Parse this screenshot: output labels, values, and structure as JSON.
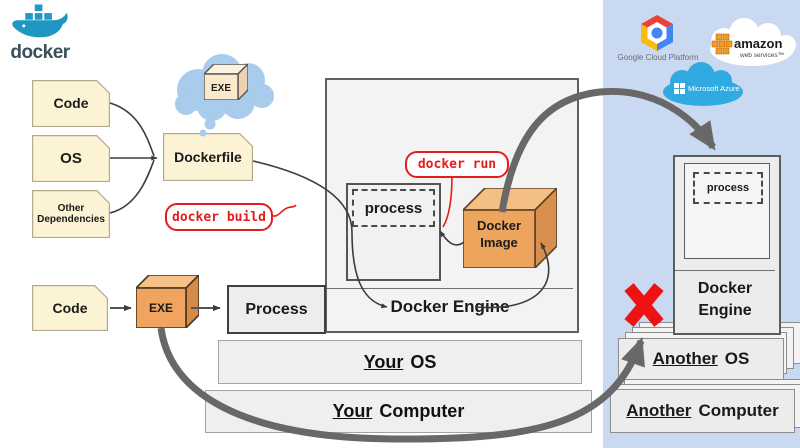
{
  "branding": {
    "logo_text": "docker",
    "logo_icon": "docker-whale-icon"
  },
  "build_flow": {
    "code_label": "Code",
    "os_label": "OS",
    "deps_label": "Other Dependencies",
    "dockerfile_label": "Dockerfile",
    "thought_bubble_icon": "thought-bubble-icon",
    "thought_cube_label": "EXE",
    "build_command": "docker build",
    "run_command": "docker run"
  },
  "engine_host": {
    "process_label": "process",
    "image_label": "Docker Image",
    "engine_label": "Docker Engine",
    "os_bar": {
      "emphasis": "Your",
      "rest": "OS"
    },
    "computer_bar": {
      "emphasis": "Your",
      "rest": "Computer"
    }
  },
  "native_flow": {
    "code_label": "Code",
    "exe_label": "EXE",
    "process_label": "Process"
  },
  "cloud_panel": {
    "providers": {
      "gcp": {
        "name": "Google Cloud Platform",
        "icon": "gcp-hexagon-icon"
      },
      "aws": {
        "name": "amazon",
        "sub": "web services™",
        "icon": "aws-cloud-icon"
      },
      "azure": {
        "name": "Microsoft Azure",
        "icon": "azure-cloud-icon"
      }
    },
    "engine": {
      "process_label": "process",
      "engine_label": "Docker Engine"
    },
    "os_bar": {
      "emphasis": "Another",
      "rest": "OS"
    },
    "computer_bar": {
      "emphasis": "Another",
      "rest": "Computer"
    },
    "incompatible_icon": "red-x-icon"
  },
  "colors": {
    "panel_blue": "#c9d9f1",
    "doc_cream": "#fcf3d4",
    "cube_orange": "#f0a45f",
    "accent_red": "#e51c1c",
    "arrow_gray": "#686868"
  }
}
